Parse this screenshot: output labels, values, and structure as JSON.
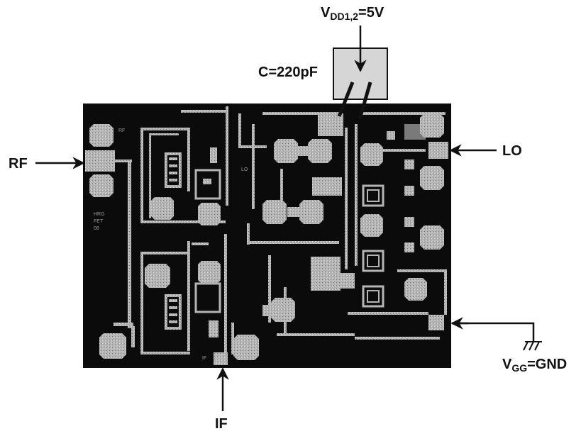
{
  "labels": {
    "vdd_main": "V",
    "vdd_sub": "DD1,2",
    "vdd_value": "=5V",
    "capacitor": "C=220pF",
    "rf": "RF",
    "lo": "LO",
    "if": "IF",
    "vgg_main": "V",
    "vgg_sub": "GG",
    "vgg_value": "=GND"
  },
  "chip_markings": {
    "rf_small": "RF",
    "lo_small": "LO",
    "if_small": "IF",
    "logo": [
      "HRG",
      "FET",
      "08"
    ]
  },
  "colors": {
    "die": "#0b0b0b",
    "metal": "#b8b8b8",
    "metal_dark": "#8f8f8f",
    "capacitor_fill": "#d6d6d6",
    "ink": "#111111"
  }
}
